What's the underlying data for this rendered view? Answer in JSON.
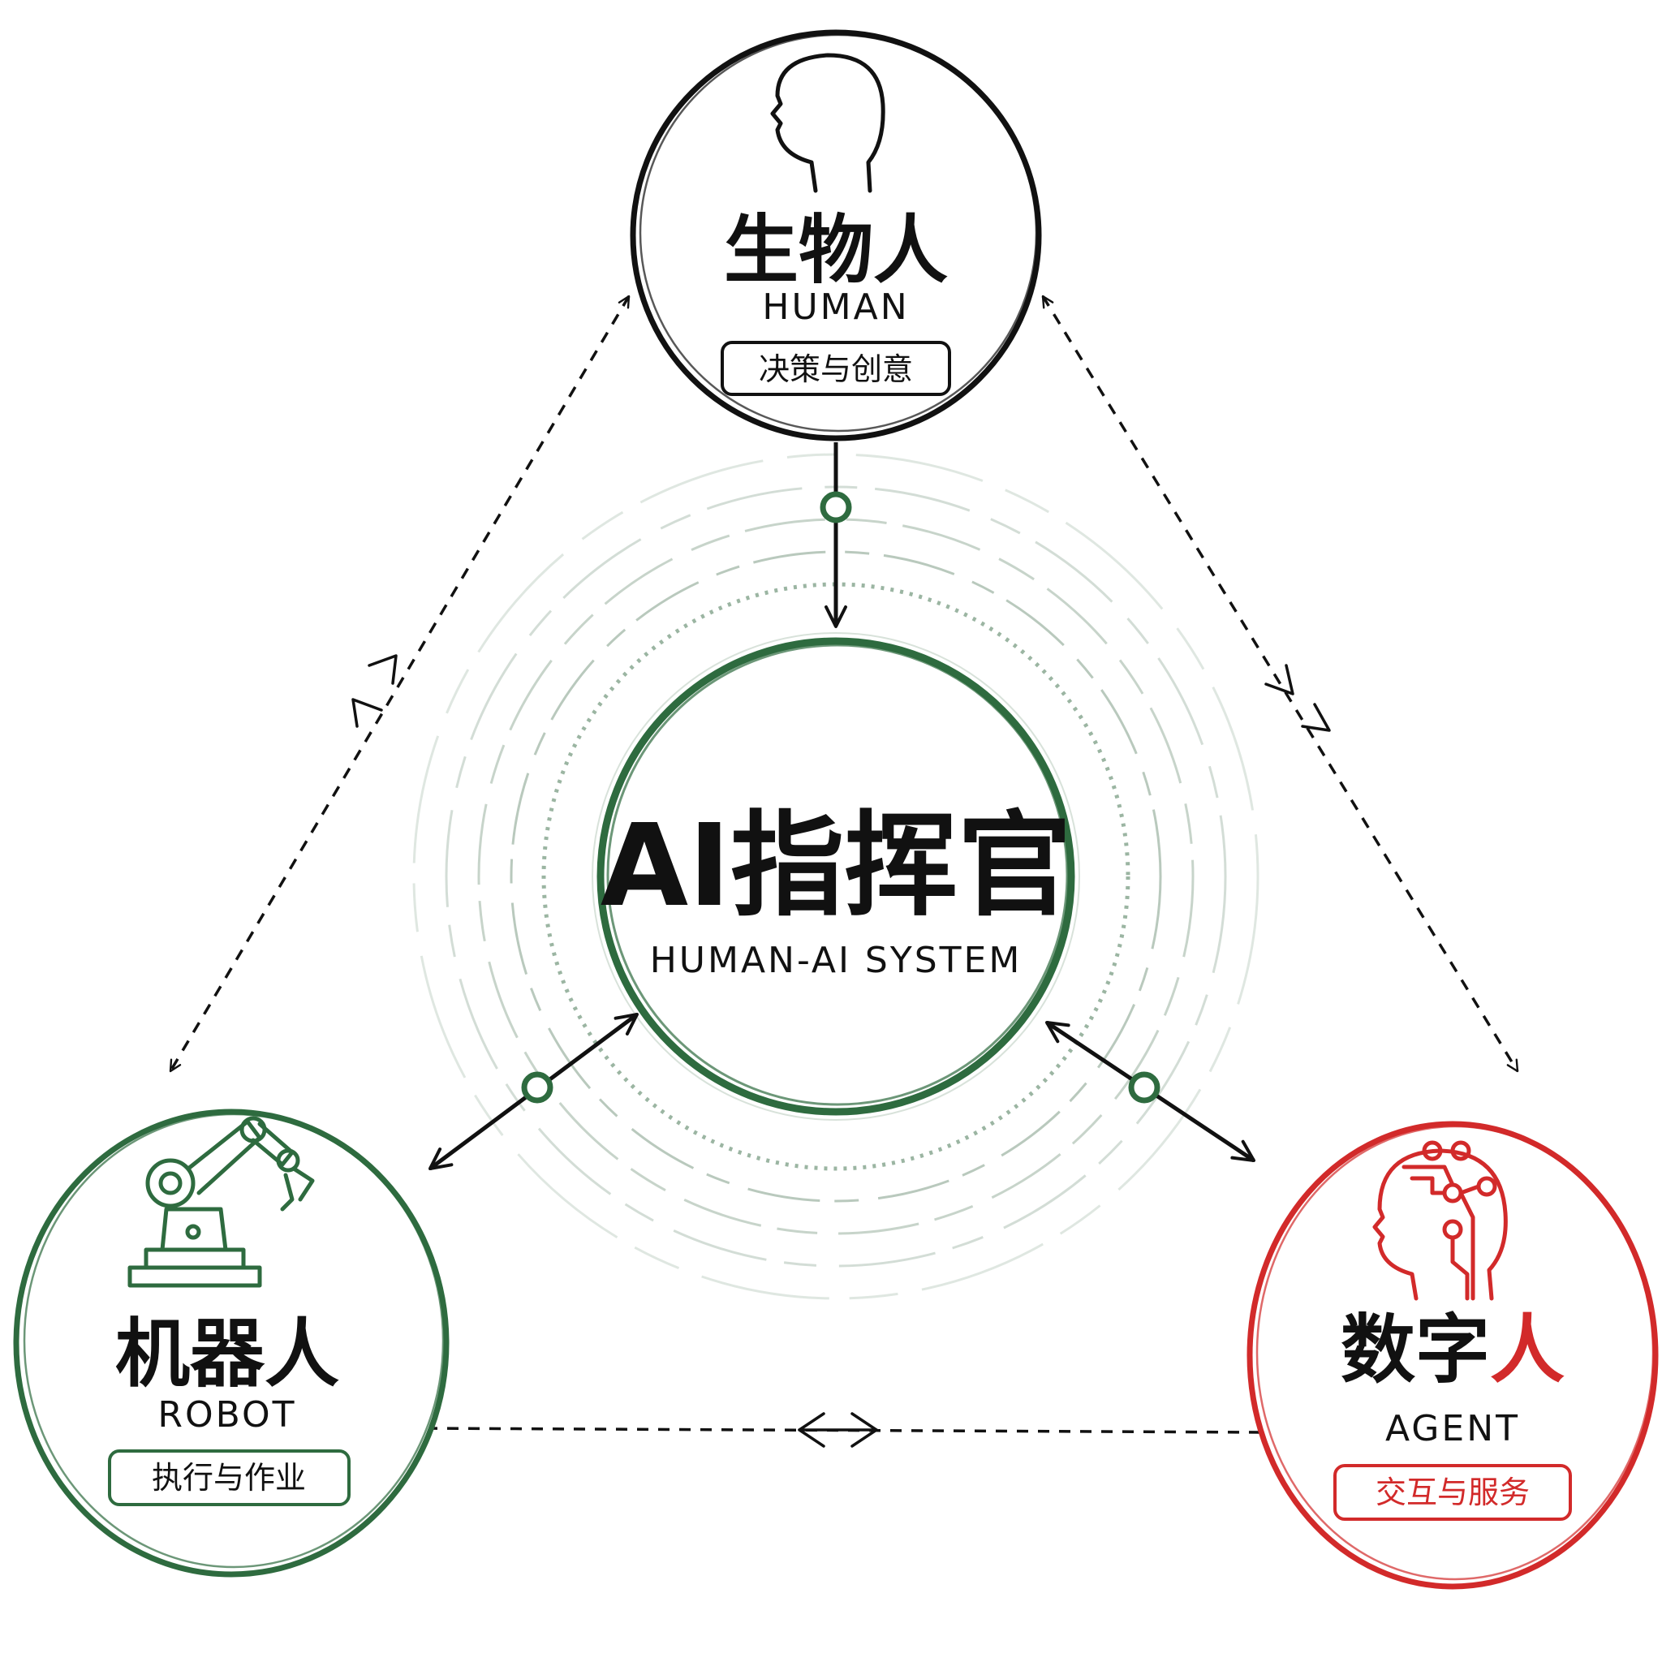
{
  "colors": {
    "ink": "#111111",
    "green": "#2e6b3f",
    "red": "#d22a2a",
    "faint_green": "#9bb5a2"
  },
  "center": {
    "title": "AI指挥官",
    "subtitle": "HUMAN-AI SYSTEM"
  },
  "nodes": {
    "human": {
      "title": "生物人",
      "subtitle": "HUMAN",
      "tag": "决策与创意",
      "icon": "human-head-icon"
    },
    "robot": {
      "title": "机器人",
      "subtitle": "ROBOT",
      "tag": "执行与作业",
      "icon": "robot-arm-icon"
    },
    "agent": {
      "title_part1": "数字",
      "title_part2": "人",
      "subtitle": "AGENT",
      "tag": "交互与服务",
      "icon": "digital-head-icon"
    }
  }
}
